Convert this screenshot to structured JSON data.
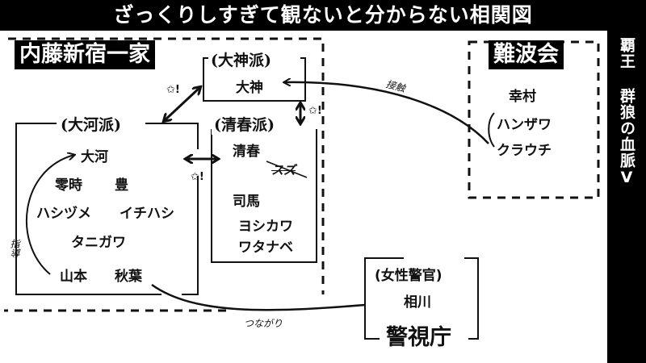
{
  "header": {
    "title": "ざっくりしすぎて観ないと分からない相関図"
  },
  "sidebar": {
    "text": "覇王 群狼の血脈V"
  },
  "groups": {
    "naito": {
      "name": "内藤新宿一家",
      "factions": {
        "ogami": {
          "label": "(大神派)",
          "members": [
            "大神"
          ]
        },
        "okawa": {
          "label": "(大河派)",
          "members": [
            "大河",
            "零時",
            "豊",
            "ハシヅメ",
            "イチハシ",
            "タニガワ",
            "山本",
            "秋葉"
          ]
        },
        "kiyoharu": {
          "label": "(清春派)",
          "members": [
            "清春",
            "スズ",
            "司馬",
            "ヨシカワ",
            "ワタナベ"
          ]
        }
      }
    },
    "naniwa": {
      "name": "難波会",
      "members": [
        "幸村",
        "ハンザワ",
        "クラウチ"
      ]
    },
    "police": {
      "name": "警視庁",
      "sub_label": "(女性警官)",
      "members": [
        "相川"
      ]
    }
  },
  "relations": {
    "contact": "接触",
    "guidance": "指導",
    "connection": "つながり",
    "conflict_mark": "✩!"
  },
  "colors": {
    "ink": "#111111",
    "background": "#ffffff",
    "banner": "#000000"
  }
}
